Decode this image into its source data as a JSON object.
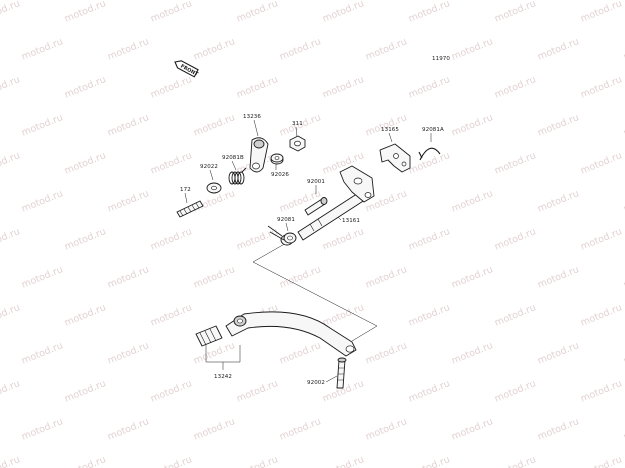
{
  "diagram_code": "11970",
  "front_marker": "FRONT",
  "watermark_text": "motod.ru",
  "colors": {
    "line": "#1a1a1a",
    "watermark": "#e3d2d2",
    "background": "#ffffff"
  },
  "parts": {
    "p13236": "13236",
    "p311": "311",
    "p13165": "13165",
    "p92081a": "92081A",
    "p92081b": "92081B",
    "p92022": "92022",
    "p92026": "92026",
    "p92001": "92001",
    "p172": "172",
    "p92081": "92081",
    "p13161": "13161",
    "p13242": "13242",
    "p92002": "92002"
  }
}
